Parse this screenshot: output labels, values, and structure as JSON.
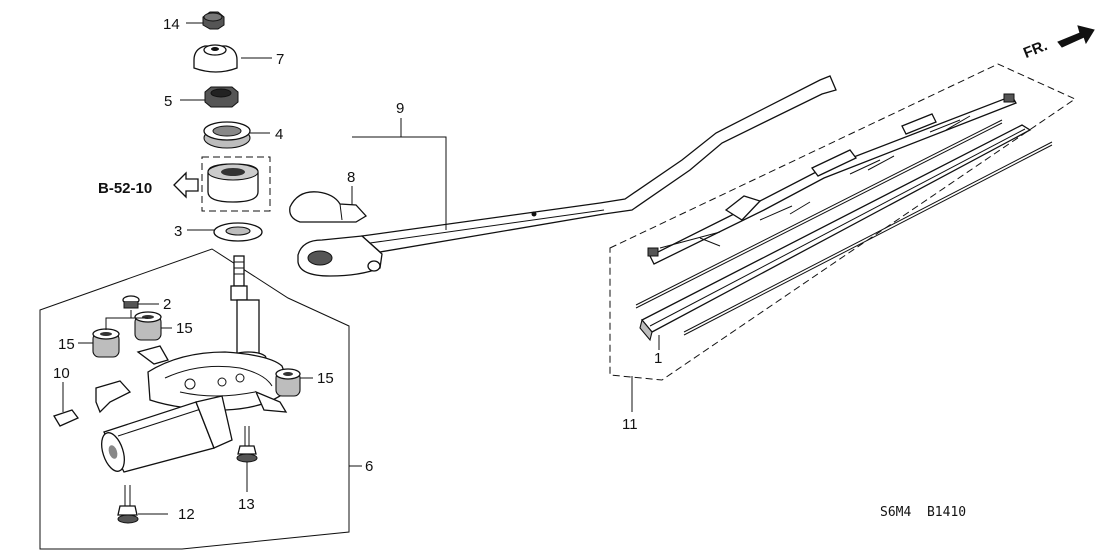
{
  "diagram": {
    "direction_label": "FR.",
    "reference_label": "B-52-10",
    "diagram_code": "S6M4  B1410",
    "callouts": {
      "c1": "1",
      "c2": "2",
      "c3": "3",
      "c4": "4",
      "c5": "5",
      "c6": "6",
      "c7": "7",
      "c8": "8",
      "c9": "9",
      "c10": "10",
      "c11": "11",
      "c12": "12",
      "c13": "13",
      "c14": "14",
      "c15a": "15",
      "c15b": "15",
      "c15c": "15"
    }
  }
}
